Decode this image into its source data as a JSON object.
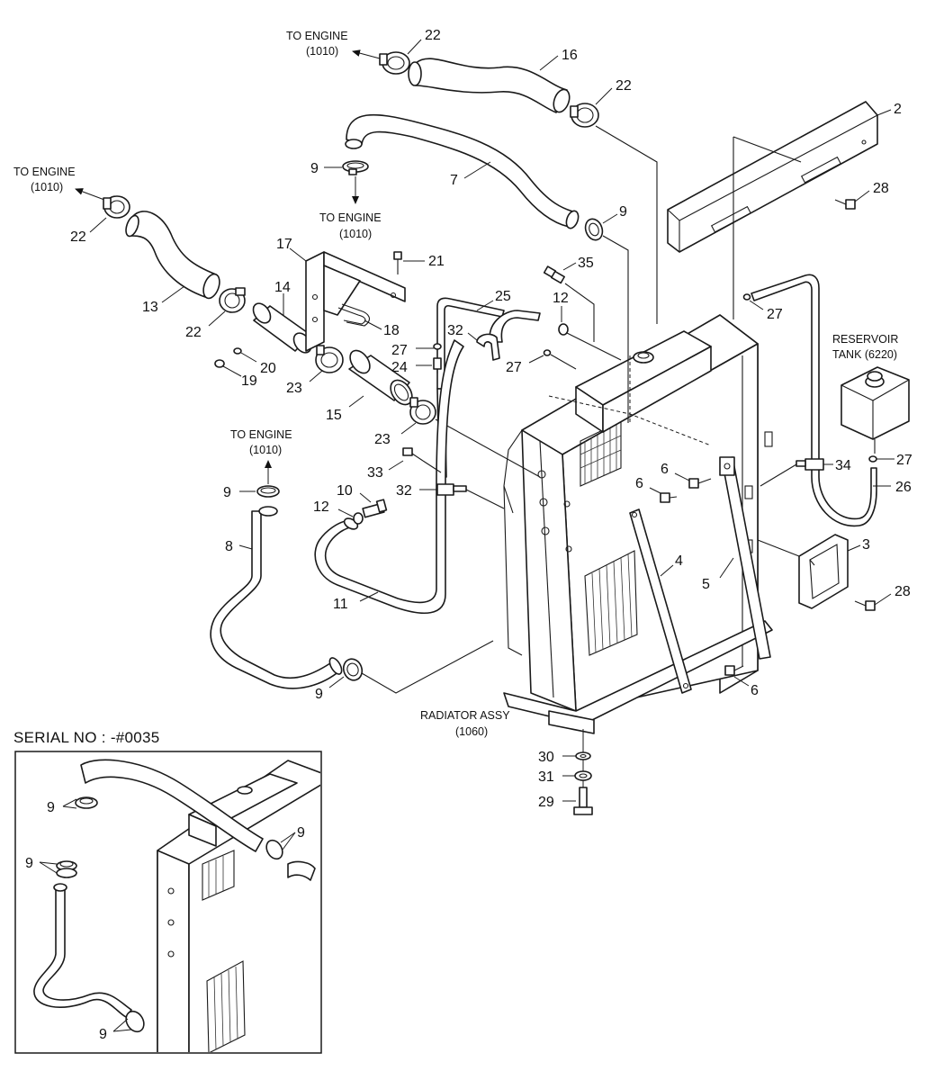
{
  "labels": {
    "to_engine_1": "TO ENGINE",
    "to_engine_1_code": "(1010)",
    "to_engine_2": "TO ENGINE",
    "to_engine_2_code": "(1010)",
    "to_engine_3": "TO ENGINE",
    "to_engine_3_code": "(1010)",
    "to_engine_4": "TO ENGINE",
    "to_engine_4_code": "(1010)",
    "reservoir": "RESERVOIR",
    "reservoir_tank": "TANK (6220)",
    "radiator": "RADIATOR ASSY",
    "radiator_code": "(1060)",
    "serial": "SERIAL NO : -#0035"
  },
  "callouts": {
    "c2": "2",
    "c3": "3",
    "c4": "4",
    "c5": "5",
    "c6a": "6",
    "c6b": "6",
    "c6c": "6",
    "c7": "7",
    "c8": "8",
    "c9a": "9",
    "c9b": "9",
    "c9c": "9",
    "c9d": "9",
    "c10": "10",
    "c11": "11",
    "c12a": "12",
    "c12b": "12",
    "c13": "13",
    "c14": "14",
    "c15": "15",
    "c16": "16",
    "c17": "17",
    "c18": "18",
    "c19": "19",
    "c20": "20",
    "c21": "21",
    "c22a": "22",
    "c22b": "22",
    "c22c": "22",
    "c22d": "22",
    "c23a": "23",
    "c23b": "23",
    "c24": "24",
    "c25": "25",
    "c26": "26",
    "c27a": "27",
    "c27b": "27",
    "c27c": "27",
    "c27d": "27",
    "c28a": "28",
    "c28b": "28",
    "c29": "29",
    "c30": "30",
    "c31": "31",
    "c32a": "32",
    "c32b": "32",
    "c33": "33",
    "c34": "34",
    "c35": "35",
    "i9a": "9",
    "i9b": "9",
    "i9c": "9",
    "i9d": "9"
  }
}
